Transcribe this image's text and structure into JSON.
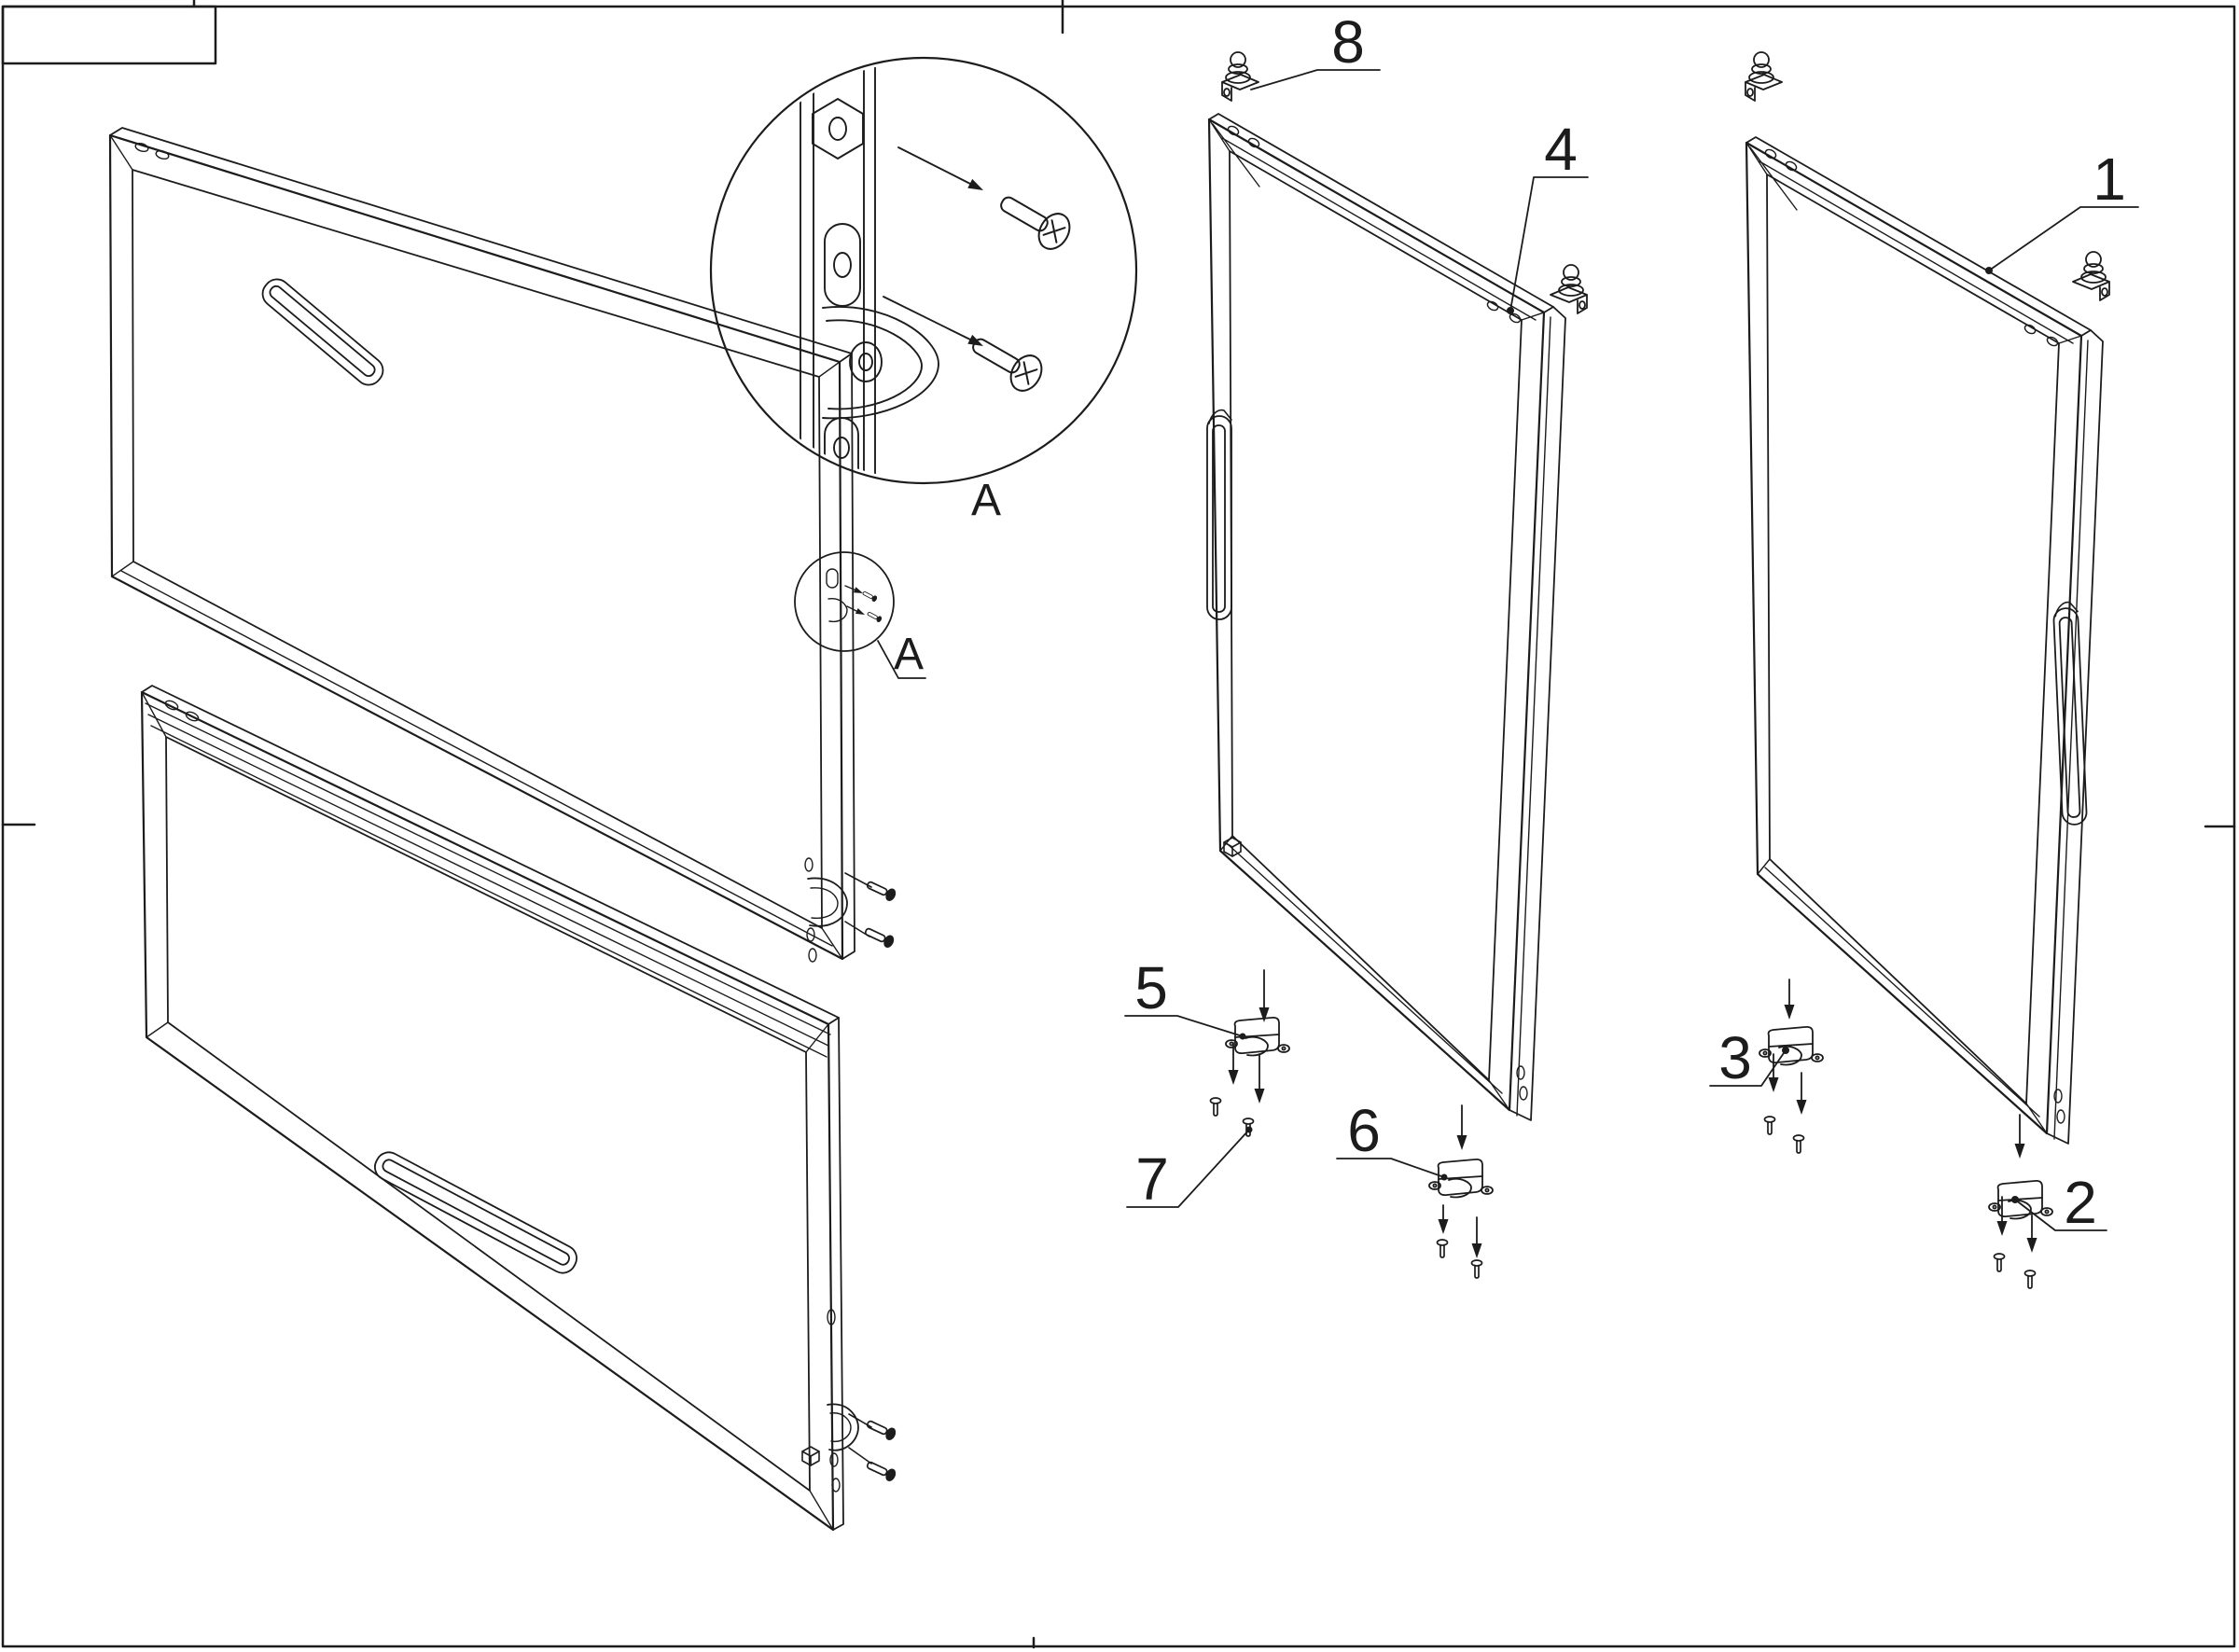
{
  "sheet": {
    "background": "#ffffff",
    "line_color": "#1c1c1c",
    "content_note": "exploded assembly line drawing of four sliding glass door panels with hardware"
  },
  "callouts": {
    "c1": {
      "label": "1"
    },
    "c2": {
      "label": "2"
    },
    "c3": {
      "label": "3"
    },
    "c4": {
      "label": "4"
    },
    "c5": {
      "label": "5"
    },
    "c6": {
      "label": "6"
    },
    "c7": {
      "label": "7"
    },
    "c8": {
      "label": "8"
    }
  },
  "detail": {
    "view_label": "A",
    "reference_label": "A"
  }
}
